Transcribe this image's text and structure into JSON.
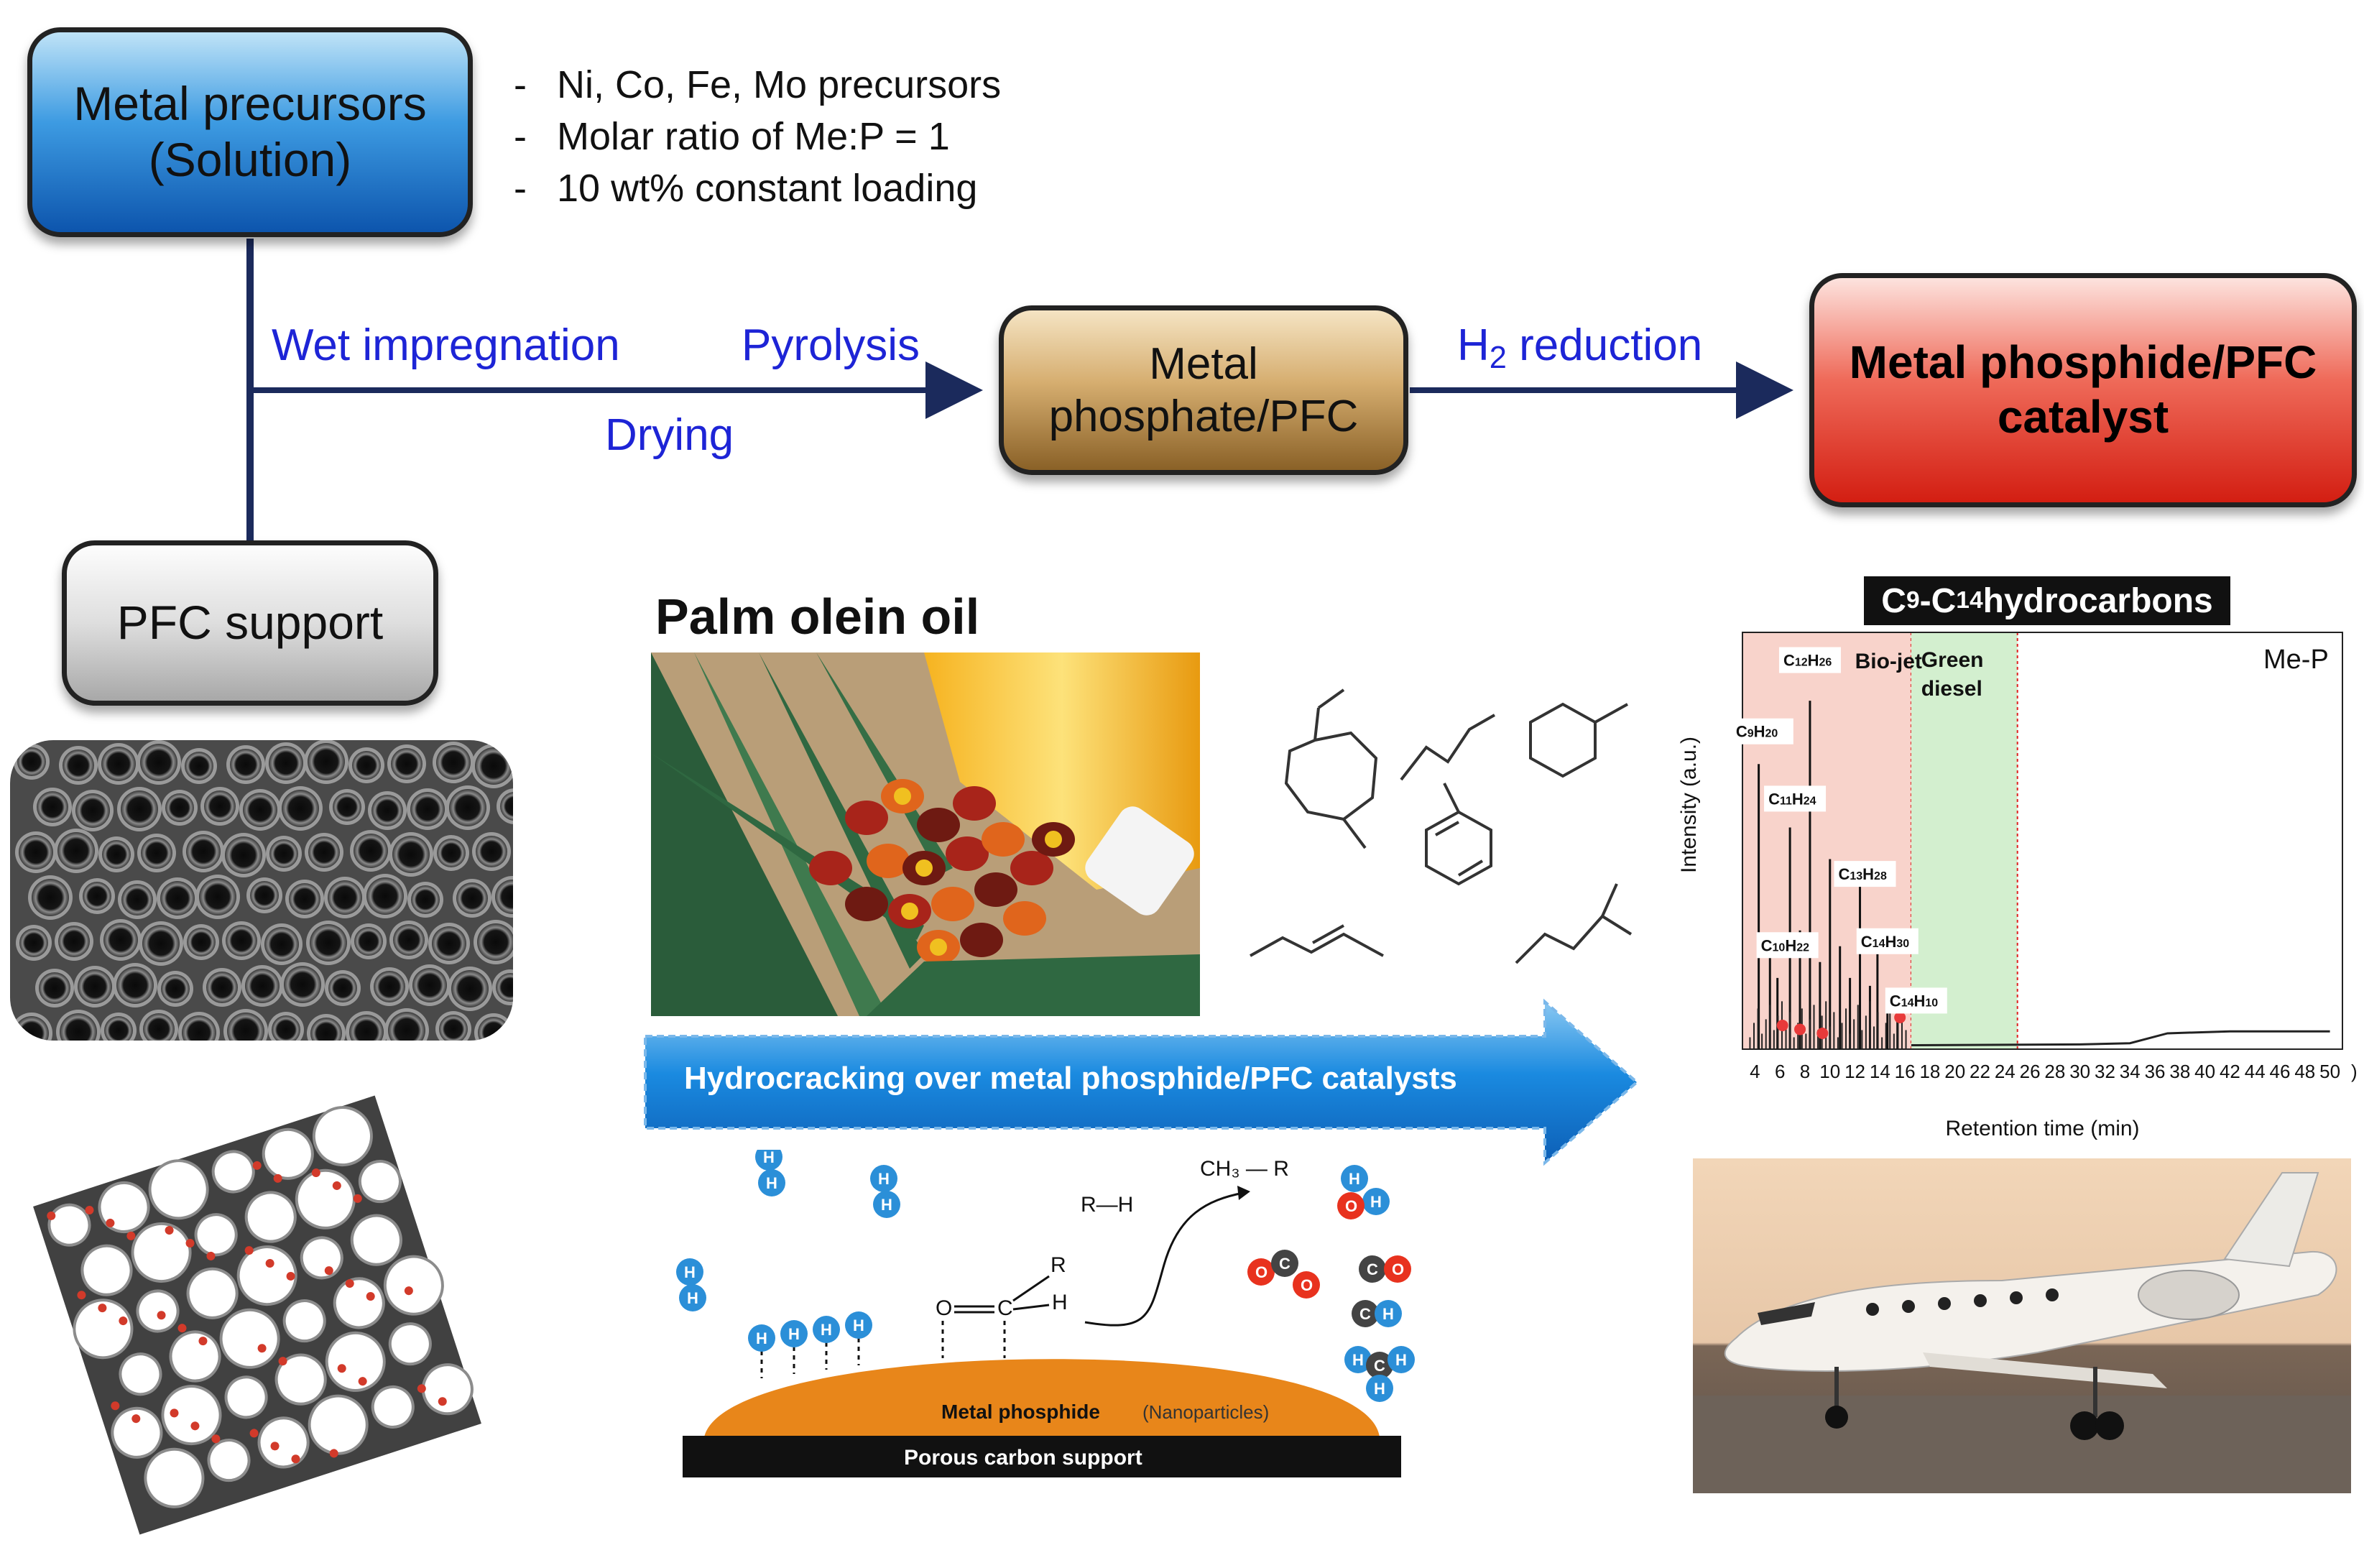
{
  "precursor_box": {
    "line1": "Metal precursors",
    "line2": "(Solution)"
  },
  "precursor_notes": [
    "Ni, Co, Fe, Mo precursors",
    "Molar ratio of Me:P = 1",
    "10 wt% constant loading"
  ],
  "note_dash": "-",
  "flow": {
    "wet_impregnation": "Wet impregnation",
    "pyrolysis": "Pyrolysis",
    "drying": "Drying",
    "h2_reduction_h": "H",
    "h2_reduction_sub": "2",
    "h2_reduction_rest": " reduction"
  },
  "phosphate_box": {
    "line1": "Metal",
    "line2": "phosphate/PFC"
  },
  "catalyst_box": {
    "line1": "Metal phosphide/PFC",
    "line2": "catalyst"
  },
  "pfc_box": {
    "label": "PFC support"
  },
  "palm": {
    "title": "Palm olein oil"
  },
  "hydrocracking_arrow": {
    "label": "Hydrocracking over metal phosphide/PFC catalysts"
  },
  "mechanism": {
    "metal_phosphide": "Metal phosphide",
    "nanoparticles": "(Nanoparticles)",
    "support": "Porous carbon support",
    "r_h": "R—H",
    "ch3_r": "CH₃ — R",
    "o_atom": "O",
    "c_atom": "C",
    "r_atom": "R",
    "h_atom": "H",
    "h": "H",
    "o": "O",
    "c": "C"
  },
  "colors": {
    "arrow_blue": "#1a8ae0",
    "flow_text": "#1d24d6",
    "flow_line": "#1b2a5c",
    "biojet_zone": "#f8d3cb",
    "diesel_zone": "#d3efcf",
    "metal_phosphide": "#e8861a",
    "h_atom": "#2b8fd8",
    "o_atom": "#e8321e",
    "c_atom": "#444444"
  },
  "chart_data": {
    "type": "line",
    "title": "C9-C14 hydrocarbons",
    "title_parts": {
      "c": "C",
      "s1": "9",
      "mid": "-C",
      "s2": "14",
      "rest": " hydrocarbons"
    },
    "series_label": "Me-P",
    "xlabel": "Retention time (min)",
    "ylabel": "Intensity (a.u.)",
    "xlim": [
      3,
      51
    ],
    "x_ticks": [
      4,
      6,
      8,
      10,
      12,
      14,
      16,
      18,
      20,
      22,
      24,
      26,
      28,
      30,
      32,
      34,
      36,
      38,
      40,
      42,
      44,
      46,
      48,
      50
    ],
    "x_tick_suffix": ")",
    "regions": [
      {
        "name": "Bio-jet",
        "x_start": 3,
        "x_end": 16.5
      },
      {
        "name": "Green diesel",
        "name_line1": "Green",
        "name_line2": "diesel",
        "x_start": 16.5,
        "x_end": 25
      }
    ],
    "peaks": [
      {
        "x": 4.3,
        "y": 0.72
      },
      {
        "x": 5.2,
        "y": 0.25
      },
      {
        "x": 5.8,
        "y": 0.18
      },
      {
        "x": 6.8,
        "y": 0.56
      },
      {
        "x": 7.6,
        "y": 0.3
      },
      {
        "x": 8.4,
        "y": 0.88
      },
      {
        "x": 9.2,
        "y": 0.22
      },
      {
        "x": 10.0,
        "y": 0.48
      },
      {
        "x": 10.8,
        "y": 0.26
      },
      {
        "x": 11.6,
        "y": 0.18
      },
      {
        "x": 12.4,
        "y": 0.44
      },
      {
        "x": 13.2,
        "y": 0.16
      },
      {
        "x": 13.8,
        "y": 0.24
      },
      {
        "x": 14.6,
        "y": 0.12
      },
      {
        "x": 15.4,
        "y": 0.08
      }
    ],
    "baseline": [
      {
        "x": 16.5,
        "y": 0.01
      },
      {
        "x": 30,
        "y": 0.012
      },
      {
        "x": 34,
        "y": 0.015
      },
      {
        "x": 37,
        "y": 0.04
      },
      {
        "x": 42,
        "y": 0.045
      },
      {
        "x": 50,
        "y": 0.045
      }
    ],
    "peak_labels": [
      {
        "x": 8.4,
        "y": 0.95,
        "c": "C",
        "s1": "12",
        "h": "H",
        "s2": "26"
      },
      {
        "x": 4.6,
        "y": 0.77,
        "c": "C",
        "s1": "9",
        "h": "H",
        "s2": "20"
      },
      {
        "x": 7.2,
        "y": 0.6,
        "c": "C",
        "s1": "11",
        "h": "H",
        "s2": "24"
      },
      {
        "x": 12.8,
        "y": 0.41,
        "c": "C",
        "s1": "13",
        "h": "H",
        "s2": "28"
      },
      {
        "x": 6.6,
        "y": 0.23,
        "c": "C",
        "s1": "10",
        "h": "H",
        "s2": "22"
      },
      {
        "x": 14.6,
        "y": 0.24,
        "c": "C",
        "s1": "14",
        "h": "H",
        "s2": "30"
      },
      {
        "x": 16.9,
        "y": 0.09,
        "c": "C",
        "s1": "14",
        "h": "H",
        "s2": "10"
      }
    ]
  }
}
